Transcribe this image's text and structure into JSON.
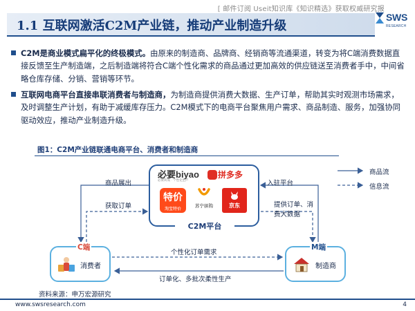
{
  "header": {
    "watermark": "[ 邮件订阅 Useit知识库《知识精选》获取权威研究报",
    "title": "1.1 互联网激活C2M产业链，推动产业制造升级",
    "logo_text": "SWS",
    "logo_sub": "RESEARCH"
  },
  "body": {
    "para1_lead": "C2M是商业模式扁平化的终极模式。",
    "para1_text": "由原来的制造商、品牌商、经销商等流通渠道，转变为将C端消费数据直接反馈至生产制造端，之后制造端将符合C端个性化需求的商品通过更加高效的供应链送至消费者手中，中间省略仓库存储、分销、营销等环节。",
    "para2_lead": "互联网电商平台直接串联消费者与制造商，",
    "para2_text": "为制造商提供消费大数据、生产订单，帮助其实时观测市场需求，及时调整生产计划，有助于减缓库存压力。C2M模式下的电商平台聚焦用户需求、商品制造、服务，加强协同驱动效应，推动产业制造升级。"
  },
  "figure": {
    "title": "图1：C2M产业链联通电商平台、消费者和制造商",
    "platform_label": "C2M平台",
    "brands": {
      "biyao": "必要biyao",
      "biyao_sub": "必要商城 · 个性化生产",
      "pdd": "拼多多",
      "tejia_big": "特价",
      "tejia_small": "淘宝特价",
      "suning": "苏宁拼购",
      "jd": "京东"
    },
    "consumer": {
      "tag": "C端",
      "label": "消费者"
    },
    "manufacturer": {
      "tag": "M端",
      "label": "制造商"
    },
    "flows": {
      "goods_display": "商品展出",
      "get_orders": "获取订单",
      "join_platform": "入驻平台",
      "supply_line1": "提供订单、消",
      "supply_line2": "费大数据",
      "personal_demand": "个性化订单需求",
      "order_production": "订单化、多批次柔性生产"
    },
    "legend": {
      "goods_flow": "商品流",
      "info_flow": "信息流"
    },
    "source": "资料来源：申万宏源研究"
  },
  "footer": {
    "url": "www.swsresearch.com",
    "page": "4"
  },
  "colors": {
    "brand_blue": "#1f4e8c",
    "node_border": "#5bb0e0",
    "consumer_red": "#d94a3a"
  }
}
